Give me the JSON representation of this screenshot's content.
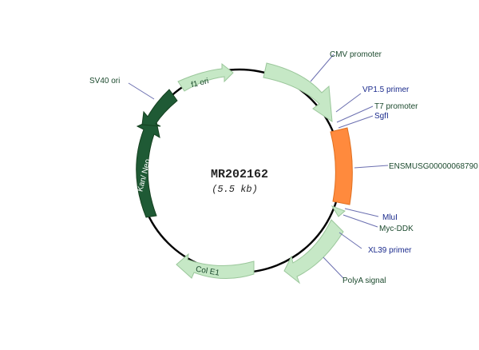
{
  "plasmid": {
    "name": "MR202162",
    "size": "(5.5 kb)"
  },
  "features": {
    "f1_ori": "f1 ori",
    "kan_neo": "Kan/ Neo",
    "col_e1": "Col E1"
  },
  "labels": {
    "cmv_promoter": "CMV promoter",
    "vp15_primer": "VP1.5 primer",
    "t7_promoter": "T7 promoter",
    "sgfi": "SgfI",
    "ensmusg": "ENSMUSG00000068790",
    "mlui": "MluI",
    "myc_ddk": "Myc-DDK",
    "xl39_primer": "XL39 primer",
    "polya_signal": "PolyA signal",
    "sv40_ori": "SV40 ori"
  },
  "colors": {
    "light_green": "#c6e8c6",
    "dark_green": "#1f5a35",
    "orange": "#ff8a3d",
    "line": "#6b6fb0",
    "backbone": "#000000"
  }
}
